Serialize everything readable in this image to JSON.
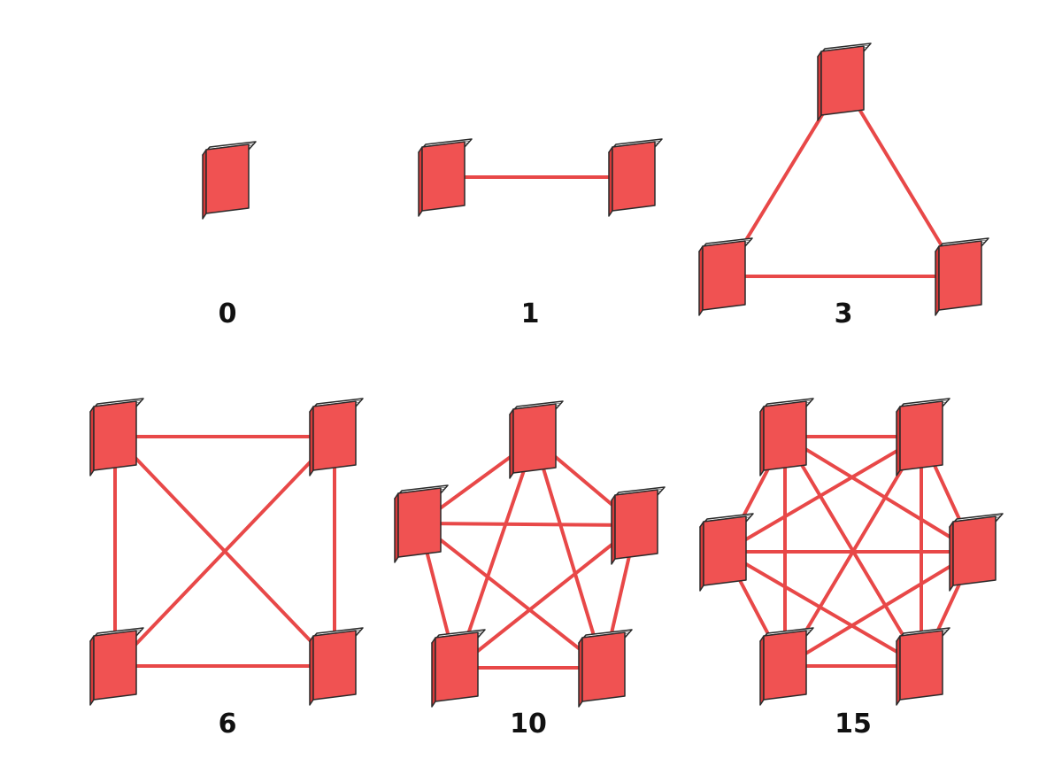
{
  "colors": {
    "book_cover": "#f05252",
    "book_spine": "#d63a3a",
    "book_outline": "#2a2a2a",
    "book_pages": "#ffffff",
    "connection_line": "#e84848",
    "label_text": "#111111"
  },
  "icon": "book-icon",
  "diagrams": [
    {
      "books": 1,
      "connections": 0,
      "label": "0"
    },
    {
      "books": 2,
      "connections": 1,
      "label": "1"
    },
    {
      "books": 3,
      "connections": 3,
      "label": "3"
    },
    {
      "books": 4,
      "connections": 6,
      "label": "6"
    },
    {
      "books": 5,
      "connections": 10,
      "label": "10"
    },
    {
      "books": 6,
      "connections": 15,
      "label": "15"
    }
  ]
}
